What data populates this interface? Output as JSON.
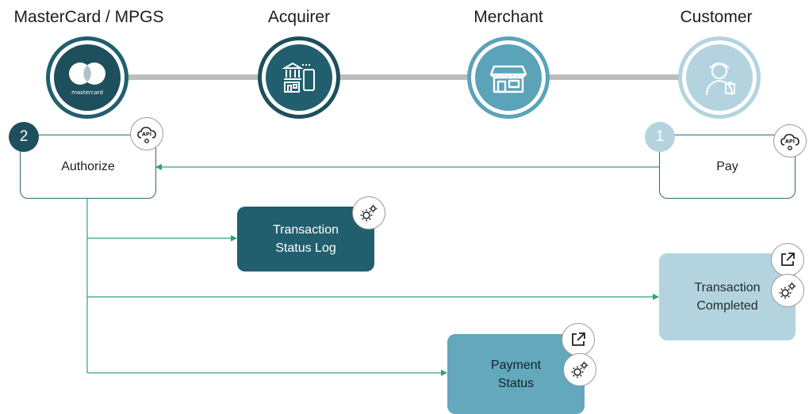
{
  "actors": {
    "mastercard": {
      "title": "MasterCard / MPGS",
      "logo_text": "mastercard"
    },
    "acquirer": {
      "title": "Acquirer"
    },
    "merchant": {
      "title": "Merchant"
    },
    "customer": {
      "title": "Customer"
    }
  },
  "steps": {
    "authorize": {
      "number": "2",
      "label": "Authorize",
      "badge": "API"
    },
    "pay": {
      "number": "1",
      "label": "Pay",
      "badge": "API"
    }
  },
  "outcomes": {
    "status_log": {
      "line1": "Transaction",
      "line2": "Status Log"
    },
    "completed": {
      "line1": "Transaction",
      "line2": "Completed"
    },
    "payment_status": {
      "line1": "Payment",
      "line2": "Status"
    }
  },
  "icons": {
    "gear": "gears-icon",
    "external": "external-link-icon",
    "api": "api-cloud-icon"
  },
  "colors": {
    "dark_teal": "#215f6e",
    "mid_teal": "#63a8bc",
    "light_teal": "#b3d4df",
    "arrow_green": "#2aa37a",
    "timeline_grey": "#bdbdbd"
  }
}
